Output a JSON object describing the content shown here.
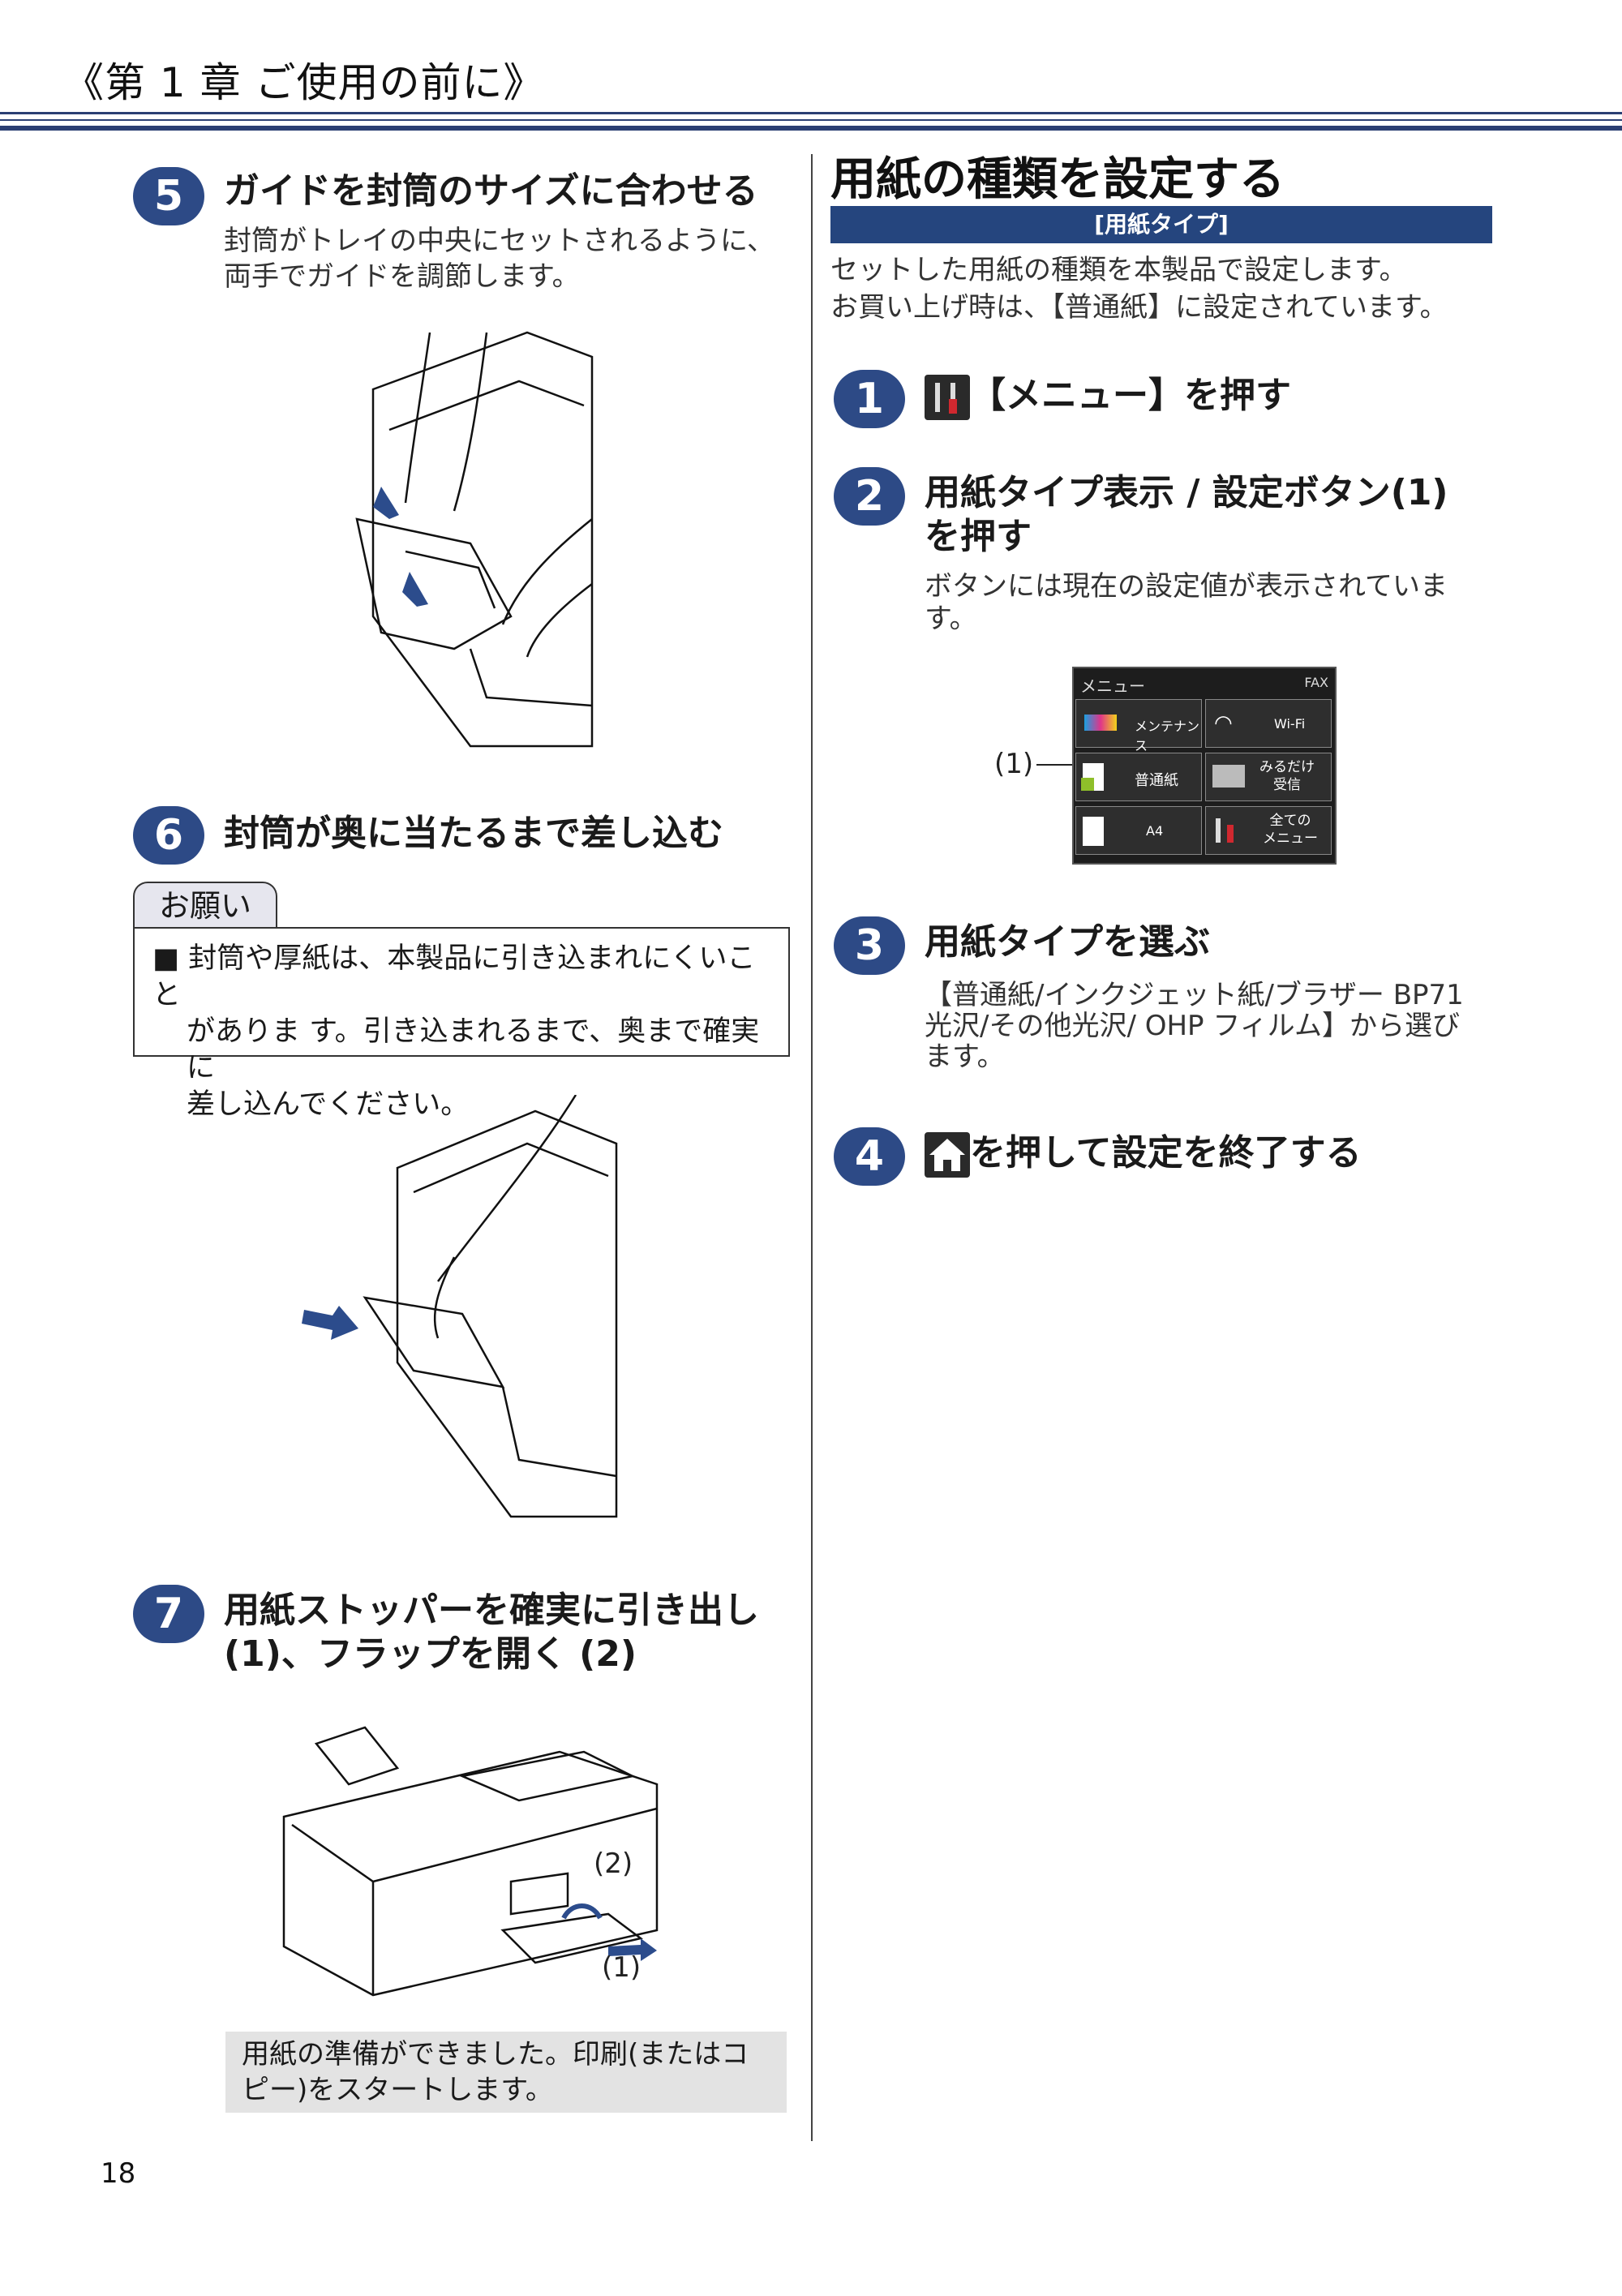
{
  "header": {
    "chapter_title": "《第 1 章 ご使用の前に》"
  },
  "left": {
    "step5": {
      "num": "5",
      "title": "ガイドを封筒のサイズに合わせる",
      "body": [
        "封筒がトレイの中央にセットされるように、",
        "両手でガイドを調節します。"
      ]
    },
    "step6": {
      "num": "6",
      "title": "封筒が奥に当たるまで差し込む"
    },
    "note": {
      "tab": "お願い",
      "lines": [
        "■ 封筒や厚紙は、本製品に引き込まれにくいこと",
        "がありま す。引き込まれるまで、奥まで確実に",
        "差し込んでください。"
      ]
    },
    "step7": {
      "num": "7",
      "title_lines": [
        "用紙ストッパーを確実に引き出し",
        "(1)、フラップを開く (2)"
      ],
      "label_1": "(1)",
      "label_2": "(2)"
    },
    "done": {
      "lines": [
        "用紙の準備ができました。印刷(またはコ",
        "ピー)をスタートします。"
      ]
    }
  },
  "right": {
    "section_title": "用紙の種類を設定する",
    "band_label": "[用紙タイプ]",
    "intro": [
      "セットした用紙の種類を本製品で設定します。",
      "お買い上げ時は、【普通紙】に設定されています。"
    ],
    "step1": {
      "num": "1",
      "title": "【メニュー】を押す",
      "icon": "menu-tools-icon"
    },
    "step2": {
      "num": "2",
      "title_lines": [
        "用紙タイプ表示 / 設定ボタン(1)",
        "を押す"
      ],
      "body": [
        "ボタンには現在の設定値が表示されていま",
        "す。"
      ]
    },
    "panel": {
      "header_left": "メニュー",
      "header_right": "FAX",
      "callout": "(1)",
      "cells": [
        "メンテナンス",
        "Wi-Fi",
        "普通紙",
        "みるだけ\n受信",
        "A4",
        "全ての\nメニュー"
      ]
    },
    "step3": {
      "num": "3",
      "title": "用紙タイプを選ぶ",
      "body": [
        "【普通紙/インクジェット紙/ブラザー BP71",
        "光沢/その他光沢/ OHP フィルム】から選び",
        "ます。"
      ]
    },
    "step4": {
      "num": "4",
      "title": "を押して設定を終了する",
      "icon": "home-icon"
    }
  },
  "footer": {
    "page_number": "18"
  }
}
